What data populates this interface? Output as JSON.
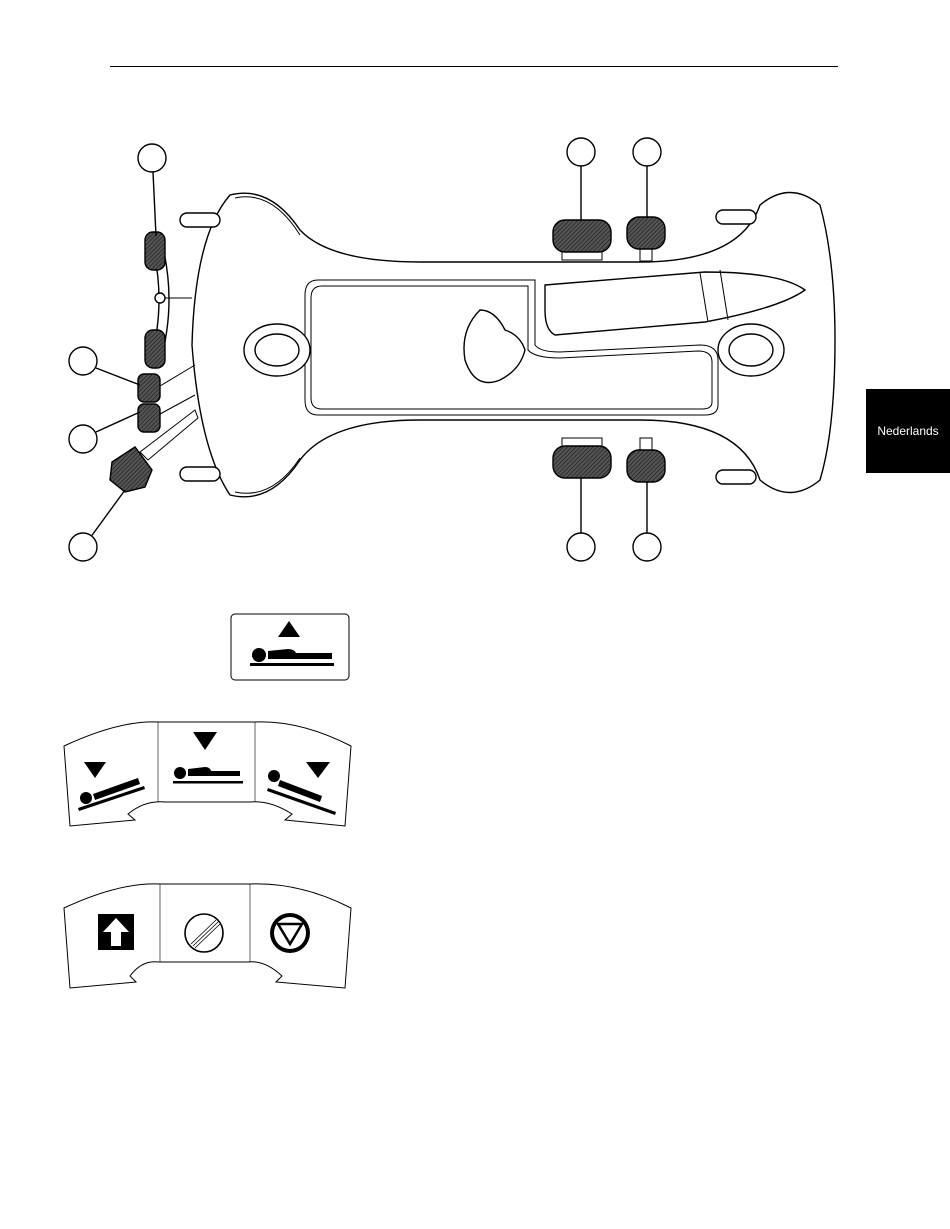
{
  "language_tab": {
    "label": "Nederlands"
  },
  "callouts": [
    {
      "id": "callout-top-left"
    },
    {
      "id": "callout-top-mid"
    },
    {
      "id": "callout-top-right"
    },
    {
      "id": "callout-left-upper"
    },
    {
      "id": "callout-left-lower"
    },
    {
      "id": "callout-bottom-left"
    },
    {
      "id": "callout-bottom-mid"
    },
    {
      "id": "callout-bottom-right"
    }
  ],
  "icons": {
    "raise": "raise-bed-icon",
    "lower_trend": "lower-trendelenburg-icon",
    "lower_flat": "lower-flat-icon",
    "lower_reverse": "lower-reverse-trendelenburg-icon",
    "steer": "steer-up-arrow-icon",
    "neutral": "neutral-slash-icon",
    "brake": "brake-triangle-icon"
  },
  "colors": {
    "ink": "#000000",
    "paper": "#ffffff"
  }
}
